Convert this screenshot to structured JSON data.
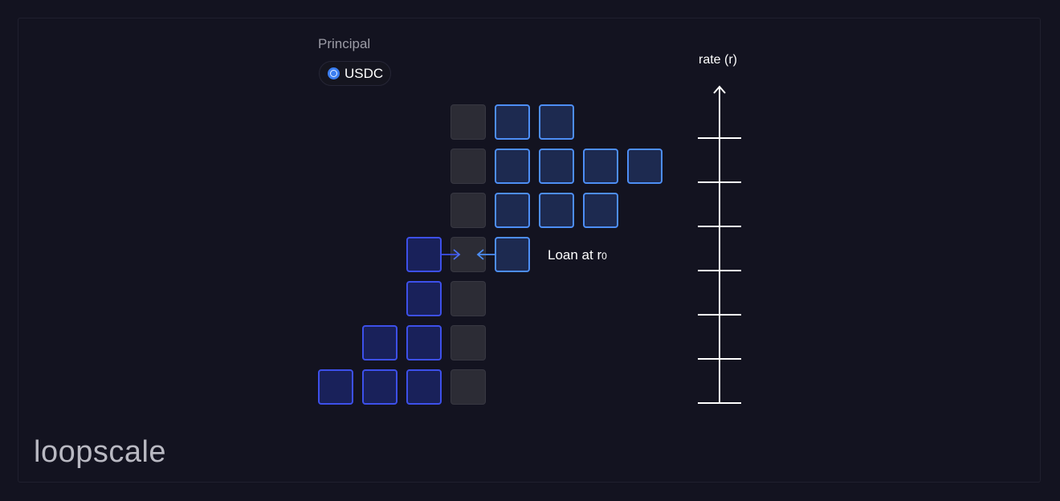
{
  "principal": {
    "label": "Principal",
    "token": {
      "name": "USDC",
      "icon": "usdc-coin-icon",
      "color": "#3b7ef0"
    }
  },
  "loan_label": {
    "text": "Loan at r",
    "subscript": "0"
  },
  "axis": {
    "label": "rate (r)",
    "tick_count": 7
  },
  "logo": {
    "text": "loopscale"
  },
  "colors": {
    "background": "#131320",
    "lend_border": "#4d8ef5",
    "borrow_border": "#3d50ea",
    "neutral": "#2c2c35"
  }
}
